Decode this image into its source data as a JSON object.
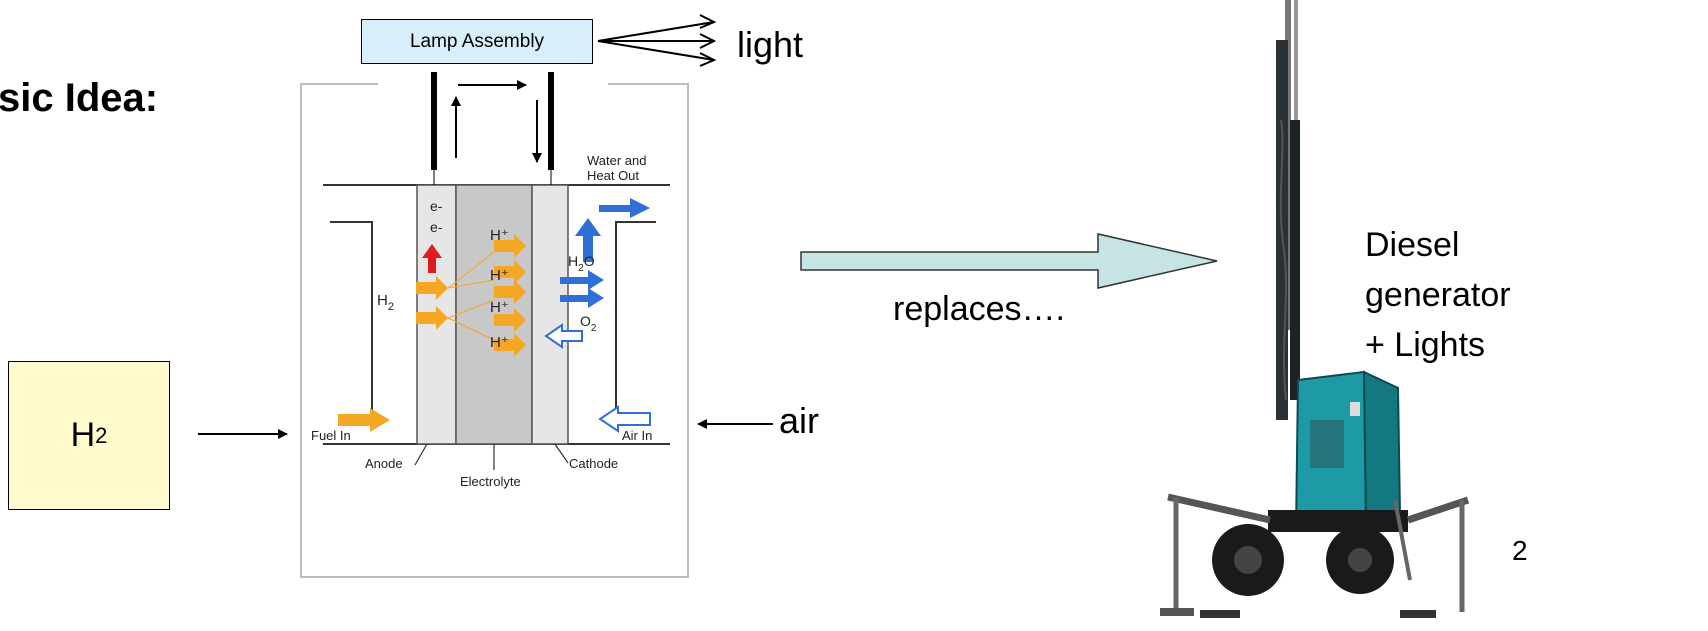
{
  "title": "sic Idea:",
  "lamp_assembly": "Lamp Assembly",
  "light": "light",
  "electron": "e-",
  "hydrogen_box": {
    "symbol": "H",
    "subscript": "2"
  },
  "air": "air",
  "replaces": "replaces….",
  "diesel_label": [
    "Diesel",
    "generator",
    "+ Lights"
  ],
  "page_number": "2",
  "fuel_cell": {
    "water_heat_out": [
      "Water and",
      "Heat Out"
    ],
    "electrons": [
      "e-",
      "e-"
    ],
    "protons": [
      "H⁺",
      "H⁺",
      "H⁺",
      "H⁺"
    ],
    "h2": "H",
    "h2_sub": "2",
    "h2o": "H",
    "h2o_sub": "2",
    "h2o_o": "O",
    "o2": "O",
    "o2_sub": "2",
    "fuel_in": "Fuel In",
    "air_in": "Air In",
    "anode": "Anode",
    "electrolyte": "Electrolyte",
    "cathode": "Cathode"
  },
  "colors": {
    "lamp_fill": "#d8eefb",
    "h2_fill": "#fffbcf",
    "replaces_arrow": "#c6e4e4",
    "anode_fill": "#e6e6e6",
    "electrolyte_fill": "#c8c8c8",
    "orange_arrow": "#f5a623",
    "blue_arrow": "#2f6fd8",
    "red_arrow": "#e01b1b",
    "generator_body": "#1e9aa6"
  },
  "icons": [
    "fuel-cell-diagram",
    "diesel-light-tower-image"
  ]
}
